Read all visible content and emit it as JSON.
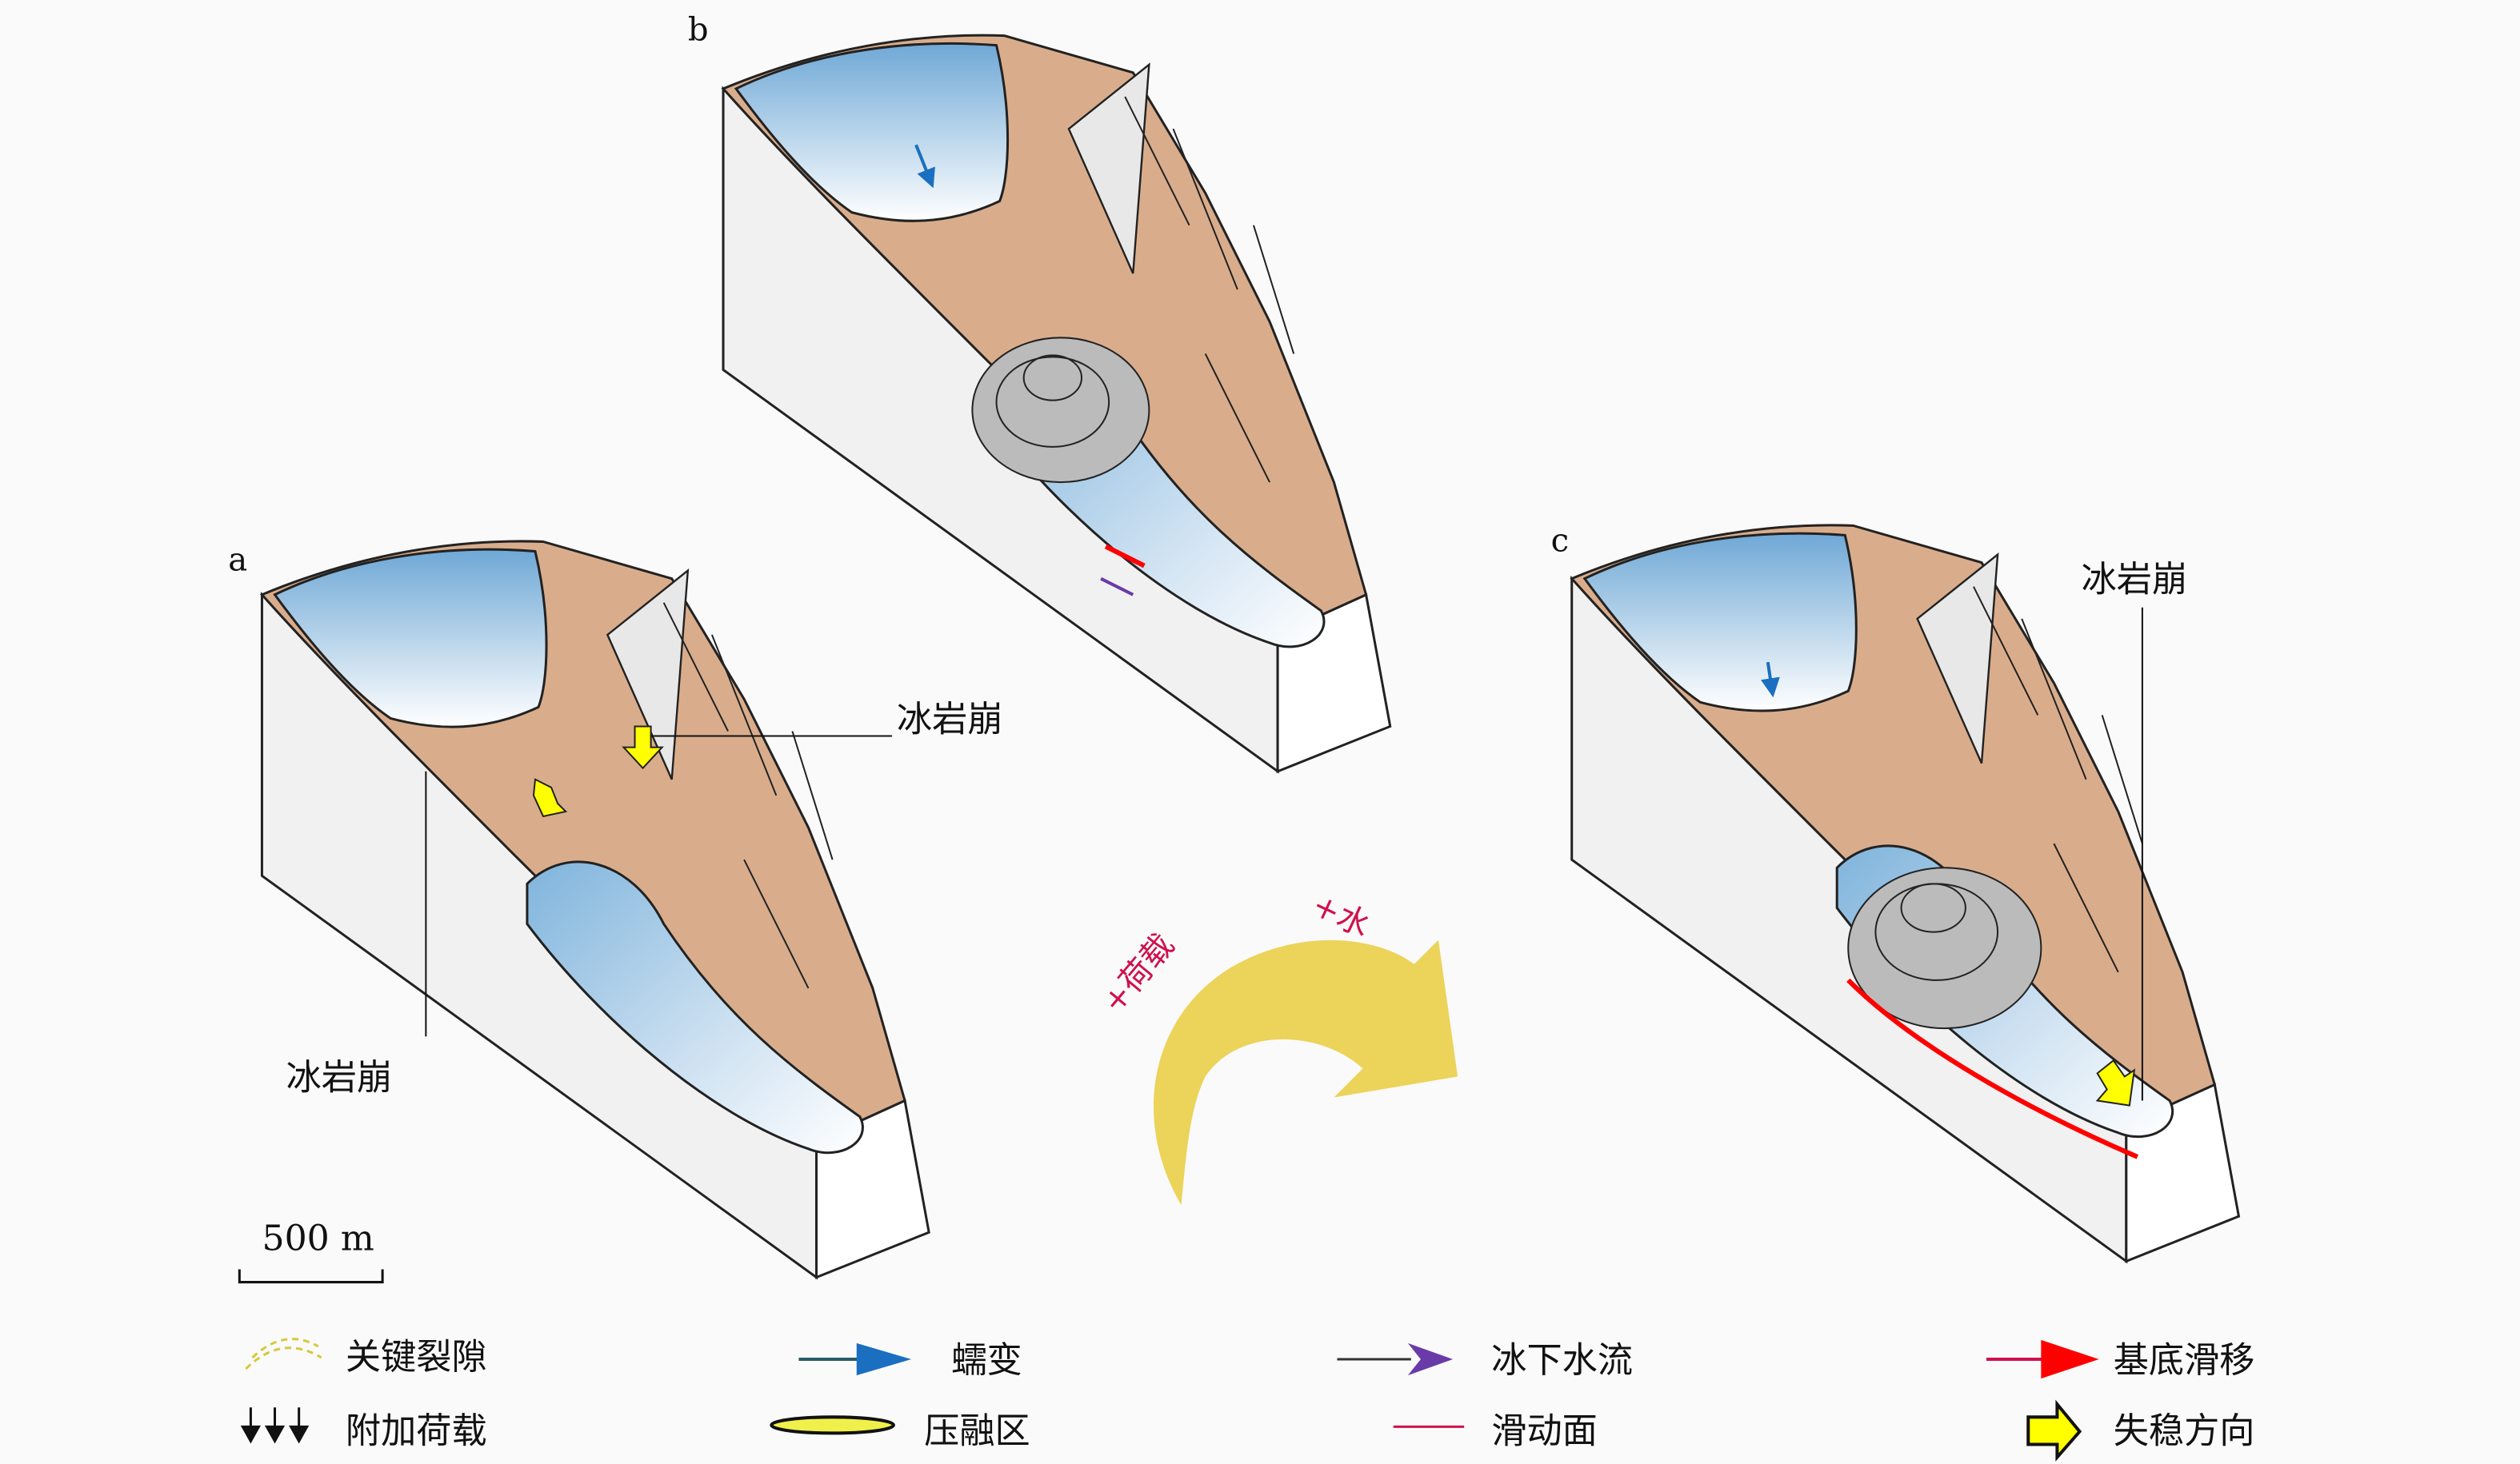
{
  "panels": {
    "a": {
      "letter": "a",
      "callout_top": "冰岩崩",
      "callout_bottom": "冰岩崩"
    },
    "b": {
      "letter": "b"
    },
    "c": {
      "letter": "c",
      "callout": "冰岩崩"
    }
  },
  "scale_bar": "500 m",
  "transition": {
    "load": "+荷载",
    "water": "+水"
  },
  "legend": [
    {
      "label": "关键裂隙",
      "symbol": "yellow-dashed-arcs"
    },
    {
      "label": "蠕变",
      "symbol": "blue-arrow"
    },
    {
      "label": "冰下水流",
      "symbol": "purple-arrow"
    },
    {
      "label": "基底滑移",
      "symbol": "red-arrow"
    },
    {
      "label": "附加荷载",
      "symbol": "black-down-arrows"
    },
    {
      "label": "压融区",
      "symbol": "yellow-ellipse"
    },
    {
      "label": "滑动面",
      "symbol": "red-line"
    },
    {
      "label": "失稳方向",
      "symbol": "yellow-arrow"
    }
  ],
  "colors": {
    "rock": "#d9ad8c",
    "ice_top": "#7fb4dc",
    "creep": "#1a6fc0",
    "water": "#6a3aa8",
    "slip": "#ff0000",
    "slide_plane": "#d0104c",
    "instability": "#ffff00",
    "transition_arrow": "#ecd35a"
  }
}
